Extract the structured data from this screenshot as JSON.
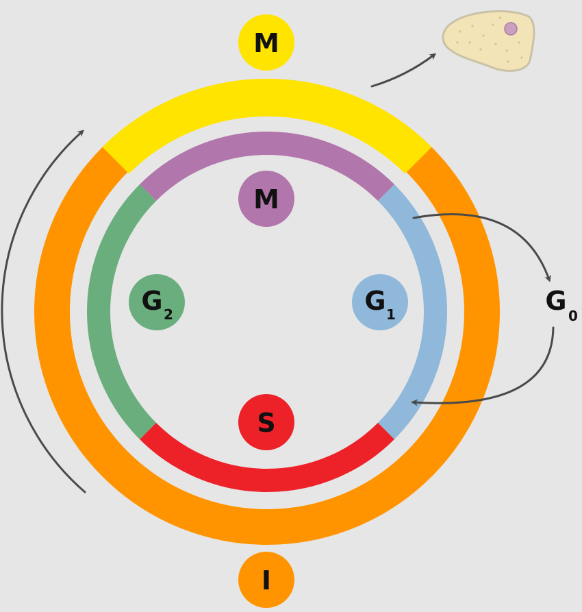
{
  "phases": {
    "outer_top": {
      "label": "M"
    },
    "outer_bottom": {
      "label": "I"
    },
    "inner_top": {
      "label": "M"
    },
    "inner_left": {
      "label": "G",
      "subscript": "2"
    },
    "inner_right": {
      "label": "G",
      "subscript": "1"
    },
    "inner_bottom": {
      "label": "S"
    },
    "resting": {
      "label": "G",
      "subscript": "0"
    }
  },
  "colors": {
    "background": "#e6e6e6",
    "mitosis_outer": "#ffe400",
    "interphase_outer": "#ff9400",
    "mitosis_inner": "#b176ab",
    "g1": "#8fb8da",
    "s_phase": "#ed2128",
    "g2": "#6bae7e",
    "arrow": "#4a4a4a",
    "cell_body": "#f3e4b7"
  },
  "icons": {
    "daughter_cell": "cell-icon"
  }
}
